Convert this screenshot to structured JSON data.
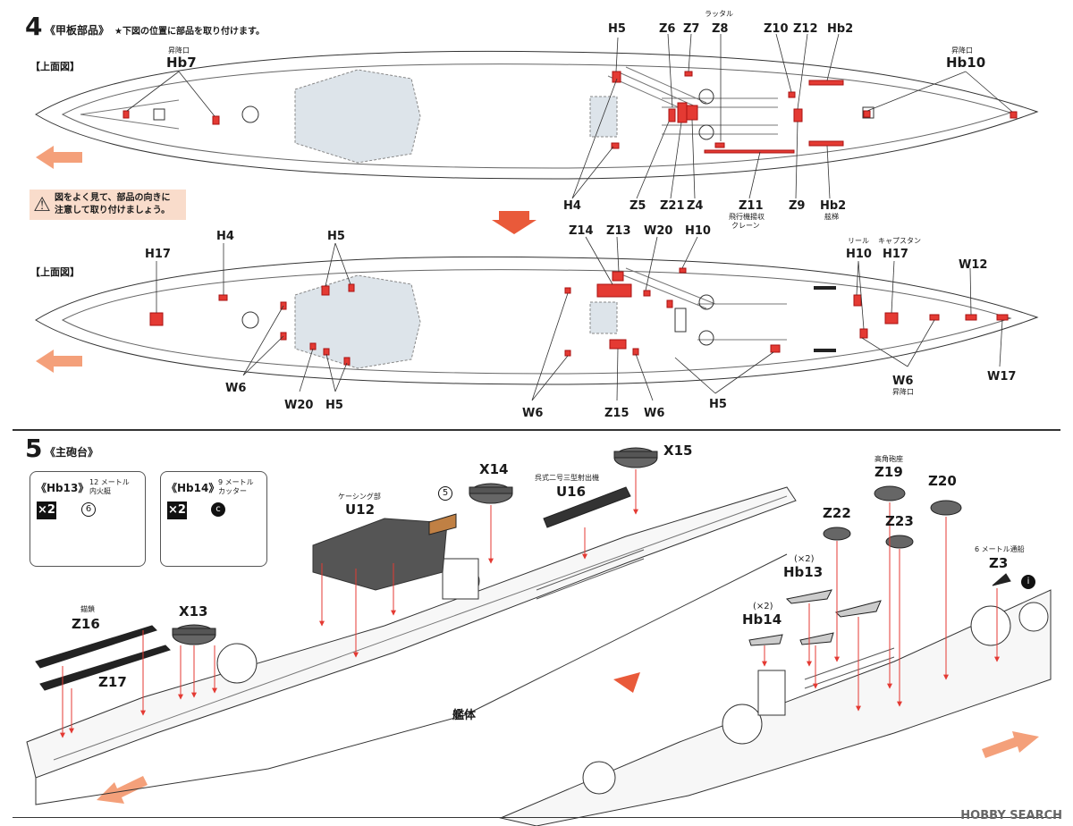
{
  "step4": {
    "number": "4",
    "title": "《甲板部品》",
    "note": "★下図の位置に部品を取り付けます。",
    "view_top": "【上面図】",
    "view_bottom": "【上面図】",
    "warning": {
      "line1": "図をよく見て、部品の向きに",
      "line2": "注意して取り付けましょう。"
    },
    "top_labels": {
      "hb7_note": "昇降口",
      "hb7": "Hb7",
      "h5": "H5",
      "z6": "Z6",
      "z7": "Z7",
      "rattle_note": "ラッタル",
      "z8": "Z8",
      "z10": "Z10",
      "z12": "Z12",
      "hb2_top": "Hb2",
      "hb10_note": "昇降口",
      "hb10": "Hb10",
      "h4": "H4",
      "z5": "Z5",
      "z21": "Z21",
      "z4": "Z4",
      "z11": "Z11",
      "crane_note1": "飛行機揚収",
      "crane_note2": "クレーン",
      "z9": "Z9",
      "hb2_bottom": "Hb2",
      "ladder_note": "舷梯"
    },
    "bottom_labels": {
      "h17_left": "H17",
      "h4": "H4",
      "h5_top": "H5",
      "z14": "Z14",
      "z13": "Z13",
      "w20_top": "W20",
      "h10_mid": "H10",
      "reel_note": "リール",
      "capstan_note": "キャプスタン",
      "h10_right": "H10",
      "h17_right": "H17",
      "w12": "W12",
      "w6_left": "W6",
      "w20_bottom": "W20",
      "h5_bottom": "H5",
      "w6_mid": "W6",
      "z15": "Z15",
      "w6_mid2": "W6",
      "h5_right": "H5",
      "w6_right": "W6",
      "hatch_note": "昇降口",
      "w17": "W17"
    }
  },
  "step5": {
    "number": "5",
    "title": "《主砲台》",
    "boat1": {
      "code": "《Hb13》",
      "desc1": "12 メートル",
      "desc2": "内火艇",
      "mult": "×2",
      "ref": "6"
    },
    "boat2": {
      "code": "《Hb14》",
      "desc1": "9 メートル",
      "desc2": "カッター",
      "mult": "×2",
      "ref": "c"
    },
    "labels": {
      "casing_note": "ケーシング部",
      "u12": "U12",
      "ref5": "5",
      "x14": "X14",
      "catapult_note": "呉式二号三型射出機",
      "u16": "U16",
      "x15": "X15",
      "chain_note": "錨鎖",
      "z16": "Z16",
      "z17": "Z17",
      "x13": "X13",
      "hull": "艦体",
      "aa_note": "高角砲座",
      "z19": "Z19",
      "z22": "Z22",
      "z20": "Z20",
      "z23": "Z23",
      "mult1": "(×2)",
      "hb13": "Hb13",
      "mult2": "(×2)",
      "hb14": "Hb14",
      "boat6_note": "6 メートル通船",
      "z3": "Z3",
      "ref_i": "i"
    }
  },
  "watermark": "HOBBY SEARCH",
  "colors": {
    "part_red": "#e43a33",
    "arrow_orange": "#f4a07a",
    "hull_line": "#333333"
  }
}
